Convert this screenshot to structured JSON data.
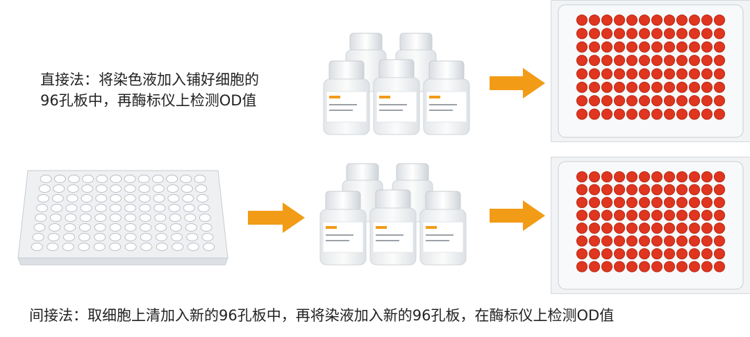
{
  "direct_method": {
    "text_line1": "直接法：将染色液加入铺好细胞的",
    "text_line2": "96孔板中，再酶标仪上检测OD值"
  },
  "indirect_method": {
    "text": "间接法：取细胞上清加入新的96孔板中，再将染液加入新的96孔板，在酶标仪上检测OD值"
  },
  "colors": {
    "arrow": "#f29b16",
    "well_red": "#e0351f",
    "plate_bg": "#eef0f2"
  }
}
